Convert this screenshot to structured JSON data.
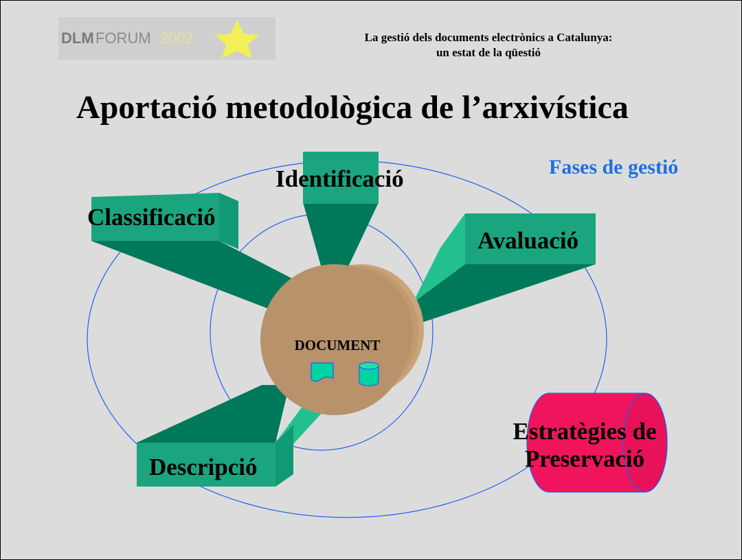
{
  "header": {
    "logo_text_bold": "DLM",
    "logo_text": "FORUM",
    "logo_year": "2002",
    "line1": "La gestió dels documents electrònics a Catalunya:",
    "line2": "un estat de la qüestió"
  },
  "title": "Aportació metodològica de l’arxivística",
  "diagram": {
    "phases_label": "Fases de gestió",
    "center_label": "DOCUMENT",
    "phases": [
      "Identificació",
      "Classificació",
      "Avaluació",
      "Descripció"
    ],
    "preservation_label_line1": "Estratègies de",
    "preservation_label_line2": "Preservació"
  },
  "colors": {
    "slide_bg": "#dcdcdc",
    "arm_green": "#1aa57f",
    "arm_green_dark": "#00785a",
    "ellipse_blue": "#1f5ff0",
    "disc_tan": "#b8926a",
    "cylinder_pink": "#f0145c",
    "phases_label_blue": "#1f6fe0"
  }
}
